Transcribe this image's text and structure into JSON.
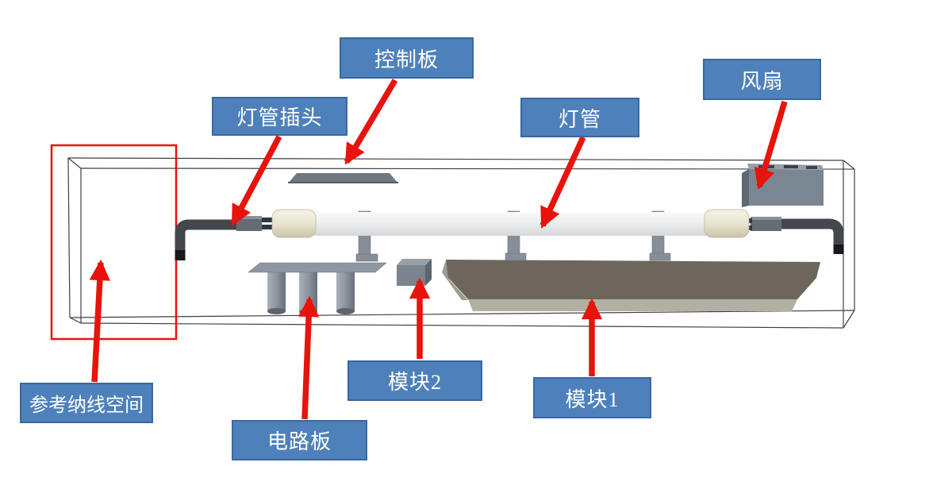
{
  "diagram": {
    "labels": {
      "control_board": "控制板",
      "lamp_plug": "灯管插头",
      "lamp_tube": "灯管",
      "fan": "风扇",
      "reference_space": "参考纳线空间",
      "circuit_board": "电路板",
      "module2": "模块2",
      "module1": "模块1"
    },
    "colors": {
      "label_fill": "#4e81bb",
      "label_border": "#3a68a0",
      "label_text": "#ffffff",
      "arrow_red": "#e8130c",
      "reference_outline": "#e8130c",
      "wireframe_line": "#3f3f46",
      "lamp_tube_body": "#e9ebec",
      "lamp_end_cap": "#e9e5d0",
      "module1_body": "#6c665d",
      "module1_base": "#b1b0a2",
      "metal_gray": "#848d97"
    }
  }
}
